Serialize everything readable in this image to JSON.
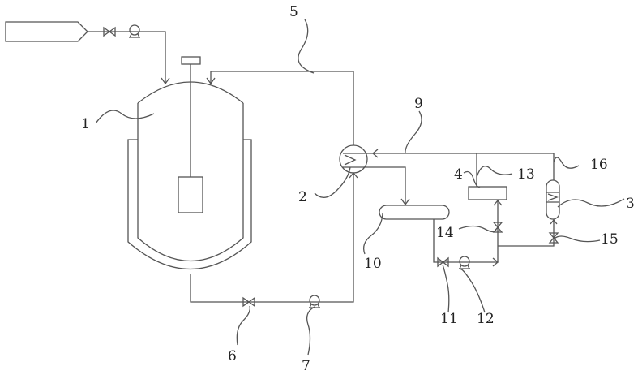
{
  "labels": {
    "l1": "1",
    "l2": "2",
    "l3": "3",
    "l4": "4",
    "l5": "5",
    "l6": "6",
    "l7": "7",
    "l9": "9",
    "l10": "10",
    "l11": "11",
    "l12": "12",
    "l13": "13",
    "l14": "14",
    "l15": "15",
    "l16": "16"
  },
  "colors": {
    "line": "#555555",
    "text": "#222222",
    "background": "#ffffff"
  }
}
